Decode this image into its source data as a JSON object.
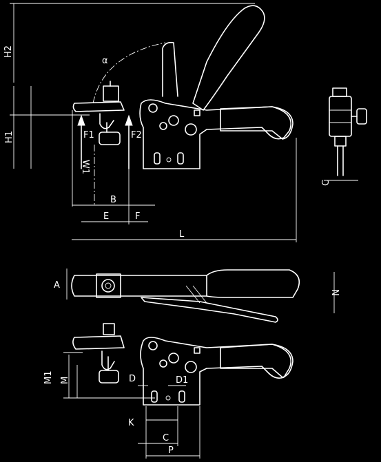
{
  "dimensions": {
    "H2": "H2",
    "H1": "H1",
    "alpha": "α",
    "F1": "F1",
    "F2": "F2",
    "W1": "W1",
    "B": "B",
    "E": "E",
    "F": "F",
    "L": "L",
    "C_side": "C",
    "A": "A",
    "N": "N",
    "M1": "M1",
    "M": "M",
    "D": "D",
    "D1": "D1",
    "K": "K",
    "C": "C",
    "P": "P"
  }
}
